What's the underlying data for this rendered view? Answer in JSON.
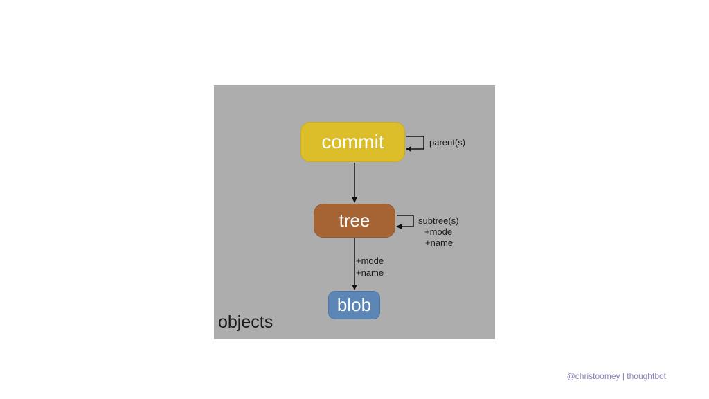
{
  "diagram": {
    "panel_title": "objects",
    "nodes": {
      "commit": "commit",
      "tree": "tree",
      "blob": "blob"
    },
    "labels": {
      "commit_self": "parent(s)",
      "tree_self_line1": "subtree(s)",
      "tree_self_line2": "+mode",
      "tree_self_line3": "+name",
      "tree_to_blob_line1": "+mode",
      "tree_to_blob_line2": "+name"
    },
    "colors": {
      "panel": "#adadad",
      "commit": "#dcbe2a",
      "tree": "#a66434",
      "blob": "#5b86b6"
    }
  },
  "footer": {
    "credit": "@christoomey | thoughtbot"
  }
}
